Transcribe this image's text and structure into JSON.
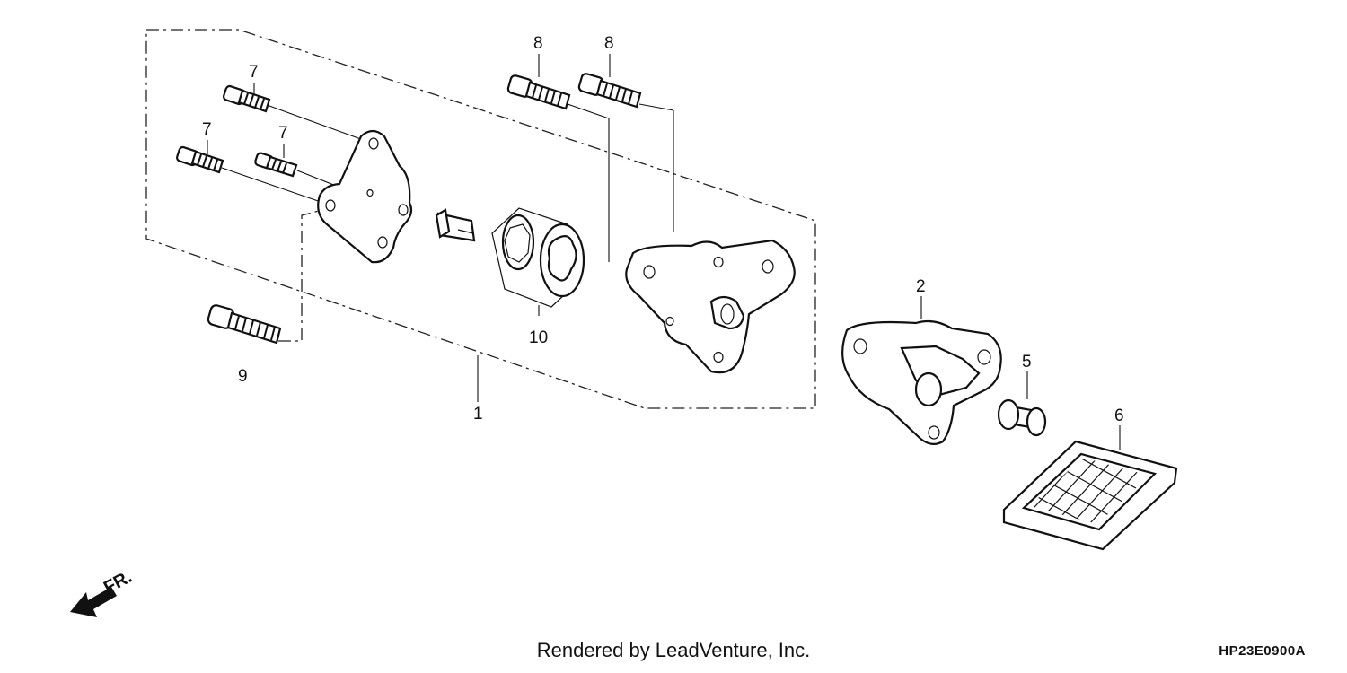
{
  "callouts": {
    "c1": "1",
    "c2": "2",
    "c5": "5",
    "c6": "6",
    "c7a": "7",
    "c7b": "7",
    "c7c": "7",
    "c8a": "8",
    "c8b": "8",
    "c9": "9",
    "c10": "10"
  },
  "direction_label": "FR.",
  "credit": "Rendered by LeadVenture, Inc.",
  "diagram_code": "HP23E0900A",
  "colors": {
    "line": "#111111",
    "background": "#ffffff"
  }
}
